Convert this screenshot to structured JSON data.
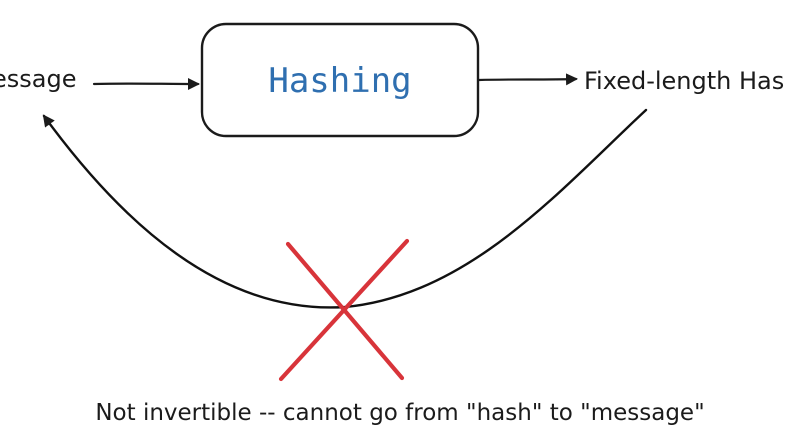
{
  "nodes": {
    "message_label": "essage",
    "hashing_label": "Hashing",
    "output_label": "Fixed-length Has"
  },
  "caption": "Not invertible -- cannot go from \"hash\" to \"message\"",
  "colors": {
    "ink": "#1b1b1b",
    "hashing_text": "#2f6fb0",
    "cross": "#d8343a",
    "background": "#ffffff"
  }
}
